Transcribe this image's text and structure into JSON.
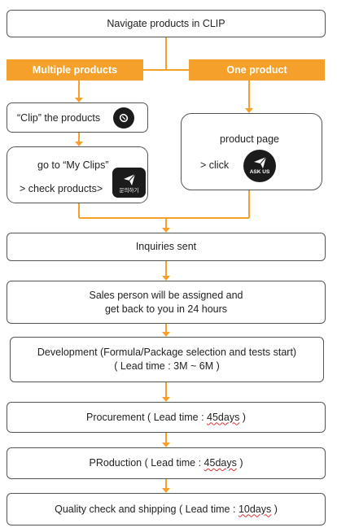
{
  "steps": {
    "navigate": "Navigate products in CLIP",
    "multiple": "Multiple products",
    "one": "One product",
    "clip": "“Clip” the products",
    "myclips": "go to “My Clips”",
    "check": "> check products>",
    "product_page": "product page",
    "click": "> click",
    "inquiries": "Inquiries sent",
    "sales_1": "Sales person will be assigned and",
    "sales_2": "get back to you in 24 hours",
    "dev_1": "Development (Formula/Package selection and tests start)",
    "dev_2": "( Lead time : 3M ~ 6M )",
    "proc_prefix": "Procurement ( Lead time : ",
    "proc_days": "45days",
    "proc_suffix": " )",
    "prod_prefix": "PRoduction ( Lead time : ",
    "prod_days": "45days",
    "prod_suffix": " )",
    "qc_prefix": "Quality check and shipping ( Lead time : ",
    "qc_days": "10days",
    "qc_suffix": " )"
  },
  "icons": {
    "inquire_tile_text": "문의하기",
    "ask_us_text": "ASK US"
  },
  "colors": {
    "accent": "#f5a02a",
    "border": "#555555"
  }
}
